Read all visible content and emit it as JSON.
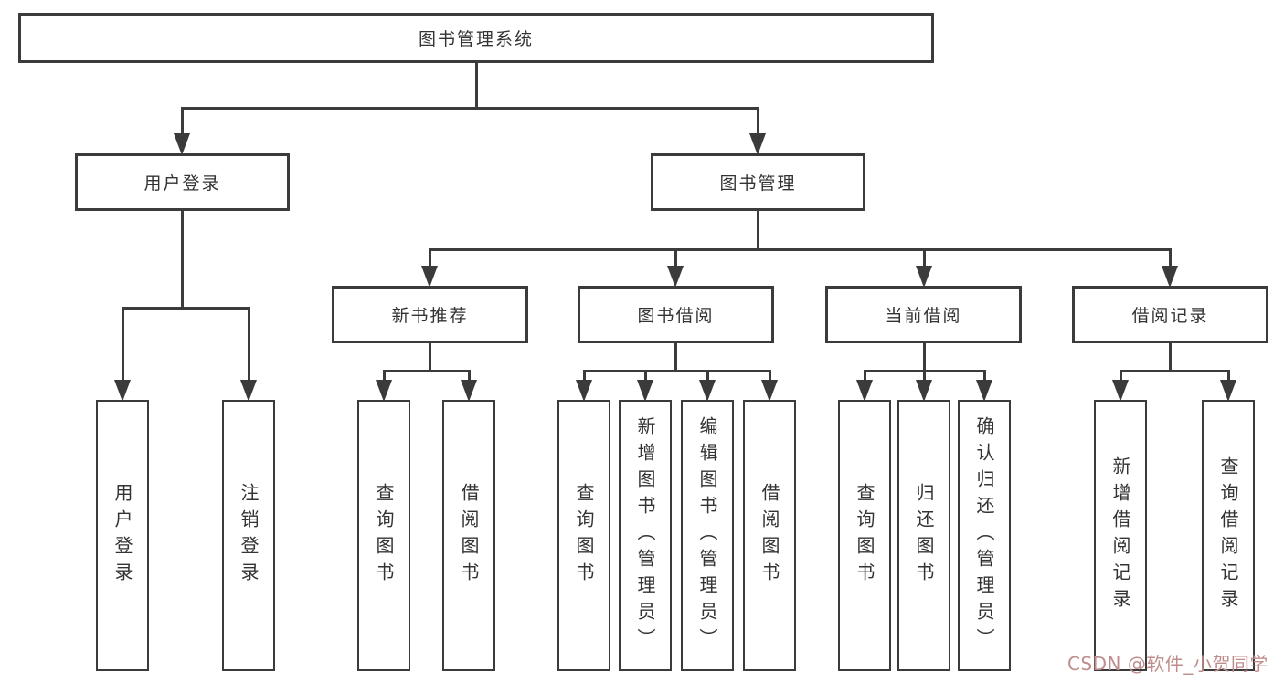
{
  "diagram": {
    "title": "图书管理系统",
    "branches": [
      {
        "label": "用户登录",
        "leaves": [
          {
            "label": "用户登录"
          },
          {
            "label": "注销登录"
          }
        ]
      },
      {
        "label": "图书管理",
        "groups": [
          {
            "label": "新书推荐",
            "leaves": [
              {
                "label": "查询图书"
              },
              {
                "label": "借阅图书"
              }
            ]
          },
          {
            "label": "图书借阅",
            "leaves": [
              {
                "label": "查询图书"
              },
              {
                "label": "新增图书（管理员）"
              },
              {
                "label": "编辑图书（管理员）"
              },
              {
                "label": "借阅图书"
              }
            ]
          },
          {
            "label": "当前借阅",
            "leaves": [
              {
                "label": "查询图书"
              },
              {
                "label": "归还图书"
              },
              {
                "label": "确认归还（管理员）"
              }
            ]
          },
          {
            "label": "借阅记录",
            "leaves": [
              {
                "label": "新增借阅记录"
              },
              {
                "label": "查询借阅记录"
              }
            ]
          }
        ]
      }
    ]
  },
  "watermark": {
    "text": "CSDN @软件_小贺同学"
  },
  "colors": {
    "line": "#3b3b3b",
    "text": "#333333",
    "background": "#ffffff",
    "watermark": "#c08d8d"
  }
}
